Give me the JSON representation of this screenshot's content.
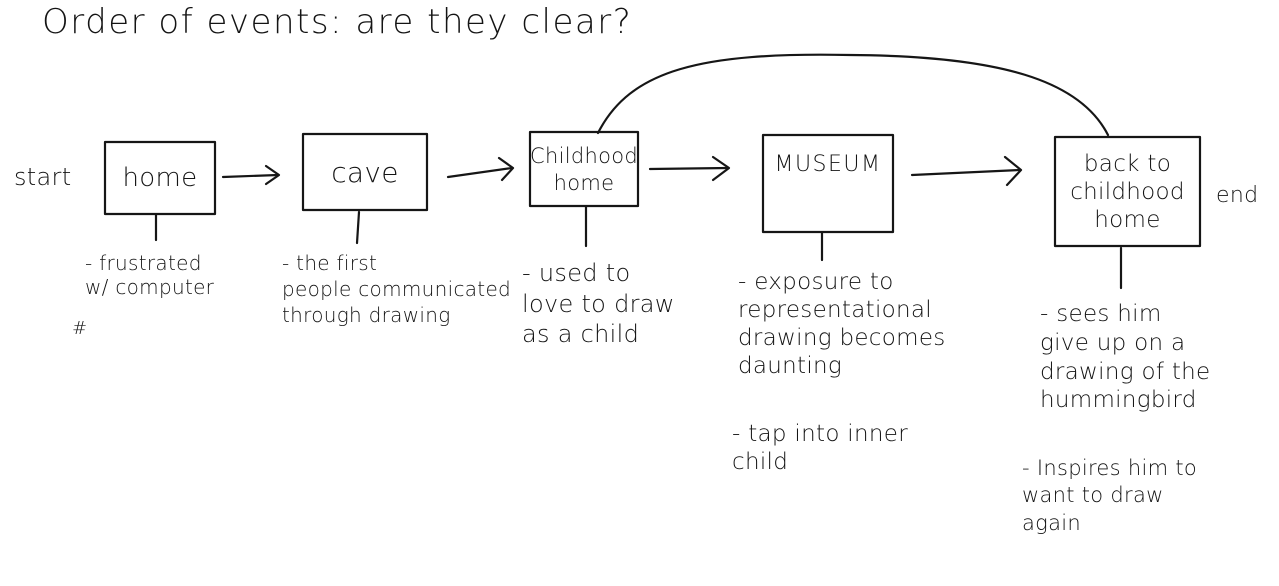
{
  "title": "Order of events: are they clear?",
  "start_label": "start",
  "end_label": "end",
  "boxes": [
    {
      "label": "home",
      "notes": [
        "- frustrated\nw/ computer"
      ]
    },
    {
      "label": "cave",
      "notes": [
        "- the first\npeople communicated\nthrough drawing"
      ]
    },
    {
      "label": "Childhood\nhome",
      "notes": [
        "- used to\nlove to draw\nas a child"
      ]
    },
    {
      "label": "MUSEUM",
      "notes": [
        "- exposure to\nrepresentational\ndrawing becomes\ndaunting",
        "- tap into inner\nchild"
      ]
    },
    {
      "label": "back to\nchildhood\nhome",
      "notes": [
        "- sees him\ngive up on a\ndrawing of the\nhummingbird",
        "- Inspires him to\nwant to draw\nagain"
      ]
    }
  ],
  "stray_mark": "#"
}
